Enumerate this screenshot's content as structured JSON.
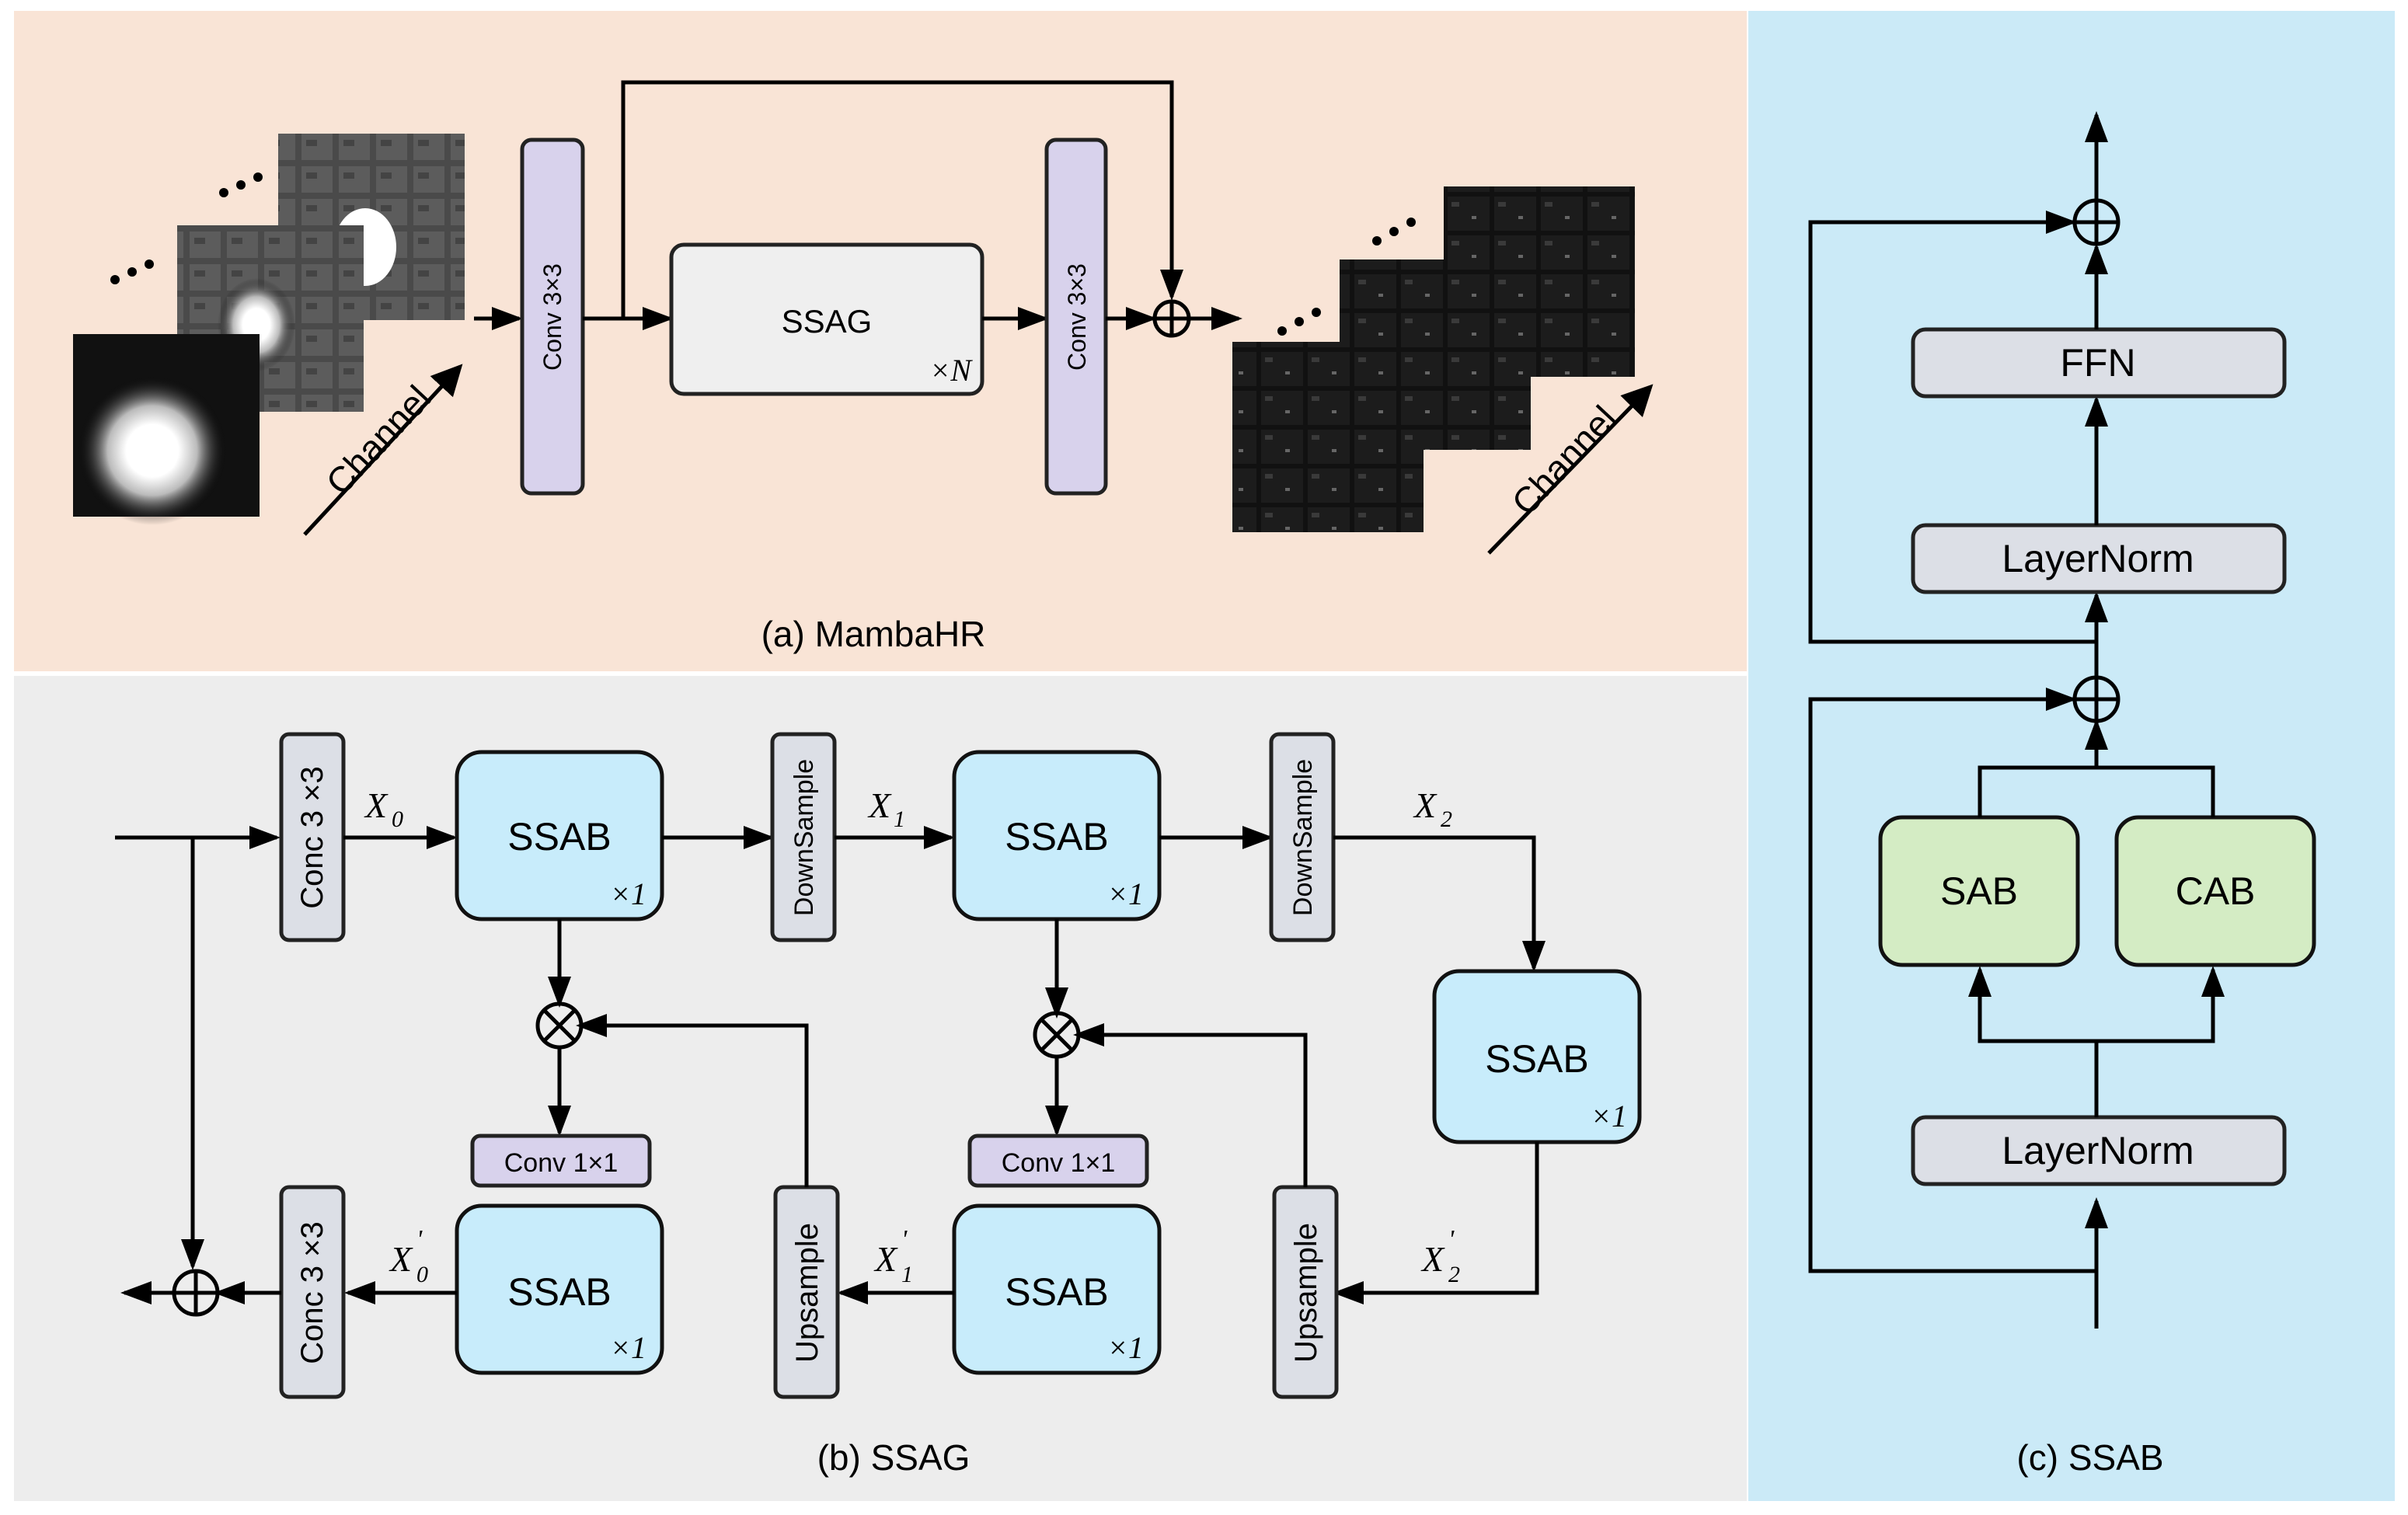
{
  "colors": {
    "panel_a_bg": "#f9e4d6",
    "panel_b_bg": "#ededed",
    "panel_c_bg": "#cbeaf7",
    "conv_box": "#d8d2ec",
    "gray_box": "#dcdfe6",
    "ssab_box": "#c8ecfb",
    "sab_cab_box": "#d4ecc4"
  },
  "panel_a": {
    "caption": "(a) MambaHR",
    "conv_first": "Conv 3×3",
    "conv_last": "Conv 3×3",
    "ssag": "SSAG",
    "ssag_repeat": "×N",
    "channel_in": "Channel",
    "channel_out": "Channel"
  },
  "panel_b": {
    "caption": "(b) SSAG",
    "conc_top": "Conc 3 ×3",
    "conc_bottom": "Conc 3 ×3",
    "downsample_1": "DownSample",
    "downsample_2": "DownSample",
    "upsample_1": "Upsample",
    "upsample_2": "Upsample",
    "ssab": "SSAB",
    "repeat": "×1",
    "conv1x1": "Conv 1×1",
    "x0": "X",
    "x0_sub": "0",
    "x1": "X",
    "x1_sub": "1",
    "x2": "X",
    "x2_sub": "2",
    "x0p": "X",
    "x0p_sub": "0",
    "x1p": "X",
    "x1p_sub": "1",
    "x2p": "X",
    "x2p_sub": "2",
    "prime": "'"
  },
  "panel_c": {
    "caption": "(c) SSAB",
    "ffn": "FFN",
    "layernorm_top": "LayerNorm",
    "layernorm_bottom": "LayerNorm",
    "sab": "SAB",
    "cab": "CAB"
  }
}
